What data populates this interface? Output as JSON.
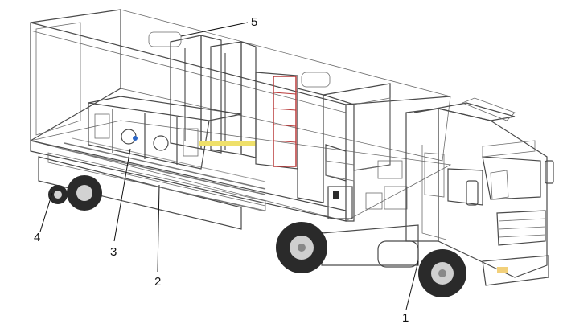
{
  "figure": {
    "callouts": [
      {
        "id": "1",
        "label": "1"
      },
      {
        "id": "2",
        "label": "2"
      },
      {
        "id": "3",
        "label": "3"
      },
      {
        "id": "4",
        "label": "4"
      },
      {
        "id": "5",
        "label": "5"
      }
    ]
  },
  "palette": {
    "outline": "#4a4a4a",
    "body": "#d9d9d9",
    "floor": "#e8cfa8",
    "magenta_panel": "#e24fb7",
    "yellow_unit": "#efe06a",
    "blue_box": "#2a9ae0",
    "red_box": "#e02020",
    "rack": "#6e6e6e"
  }
}
